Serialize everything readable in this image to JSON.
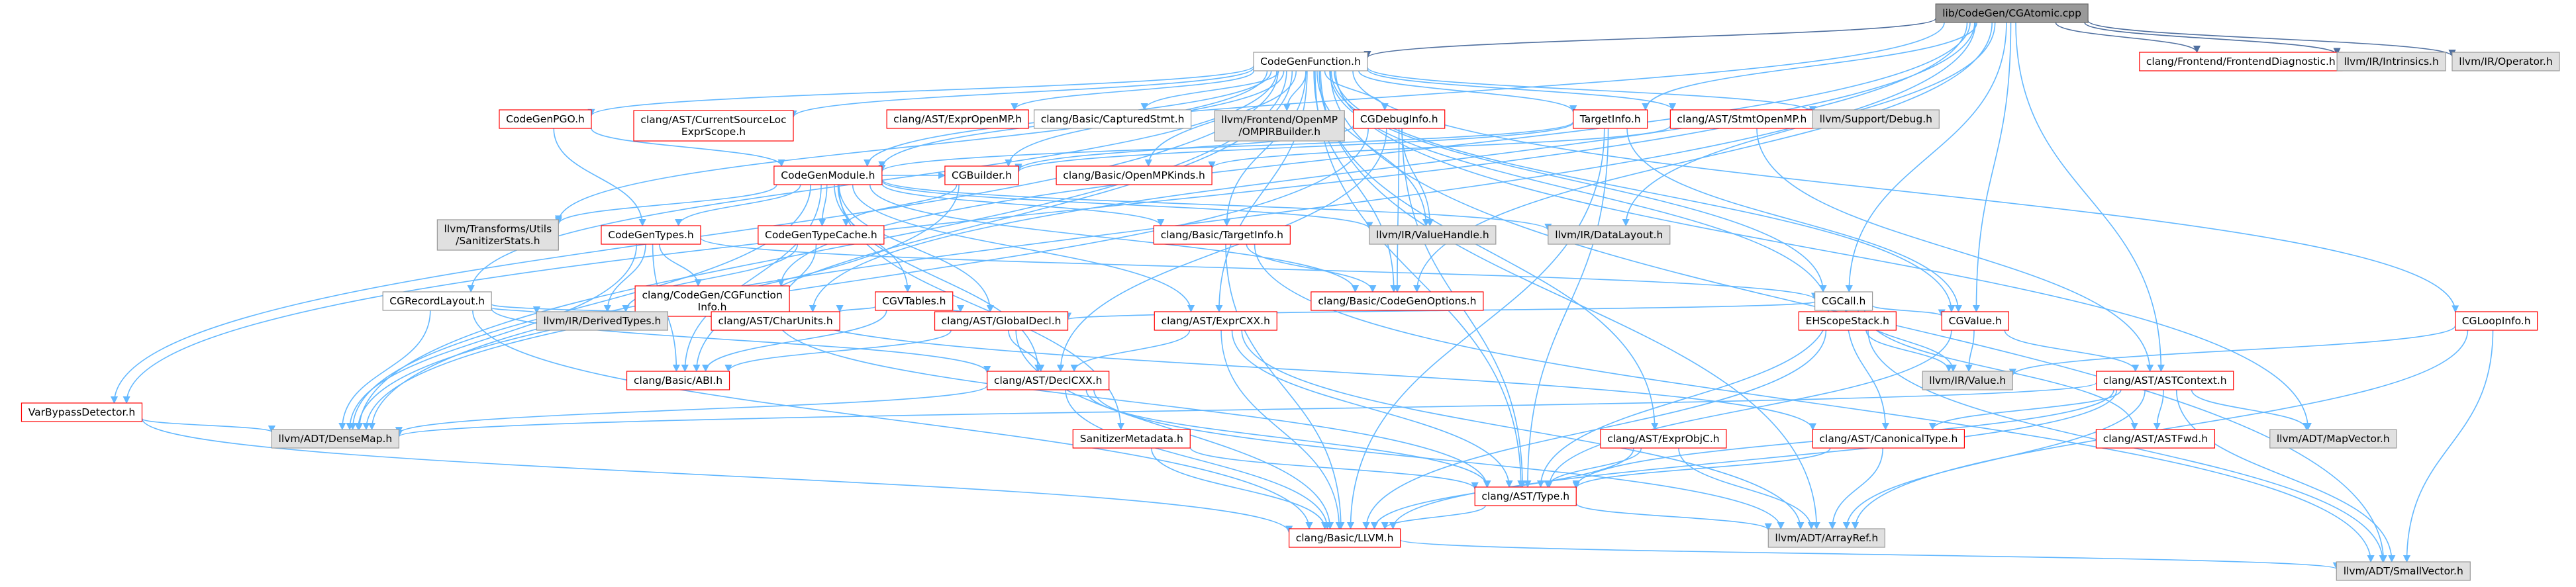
{
  "colors": {
    "root_fill": "#999999",
    "red_border": "#ff0000",
    "gray_border": "#999999",
    "gray_fill": "#e0e0e0",
    "white_fill": "#ffffff",
    "edge_blue": "#63b8ff",
    "edge_navy": "#4f6f9f"
  },
  "nodes": [
    {
      "id": "root",
      "lines": [
        "lib/CodeGen/CGAtomic.cpp"
      ],
      "kind": "root"
    },
    {
      "id": "codegenfunction",
      "lines": [
        "CodeGenFunction.h"
      ],
      "kind": "plain"
    },
    {
      "id": "diag",
      "lines": [
        "clang/Frontend/FrontendDiagnostic.h"
      ],
      "kind": "red"
    },
    {
      "id": "intrinsics",
      "lines": [
        "llvm/IR/Intrinsics.h"
      ],
      "kind": "gray"
    },
    {
      "id": "operator",
      "lines": [
        "llvm/IR/Operator.h"
      ],
      "kind": "gray"
    },
    {
      "id": "codegenpgo",
      "lines": [
        "CodeGenPGO.h"
      ],
      "kind": "red"
    },
    {
      "id": "cursrcloc",
      "lines": [
        "clang/AST/CurrentSourceLoc",
        "ExprScope.h"
      ],
      "kind": "red"
    },
    {
      "id": "exprompenmp",
      "lines": [
        "clang/AST/ExprOpenMP.h"
      ],
      "kind": "red"
    },
    {
      "id": "capturedstmt",
      "lines": [
        "clang/Basic/CapturedStmt.h"
      ],
      "kind": "plain"
    },
    {
      "id": "ompirbuilder",
      "lines": [
        "llvm/Frontend/OpenMP",
        "/OMPIRBuilder.h"
      ],
      "kind": "gray"
    },
    {
      "id": "cgdebuginfo",
      "lines": [
        "CGDebugInfo.h"
      ],
      "kind": "red"
    },
    {
      "id": "targetinfo",
      "lines": [
        "TargetInfo.h"
      ],
      "kind": "red"
    },
    {
      "id": "stmtopenmp",
      "lines": [
        "clang/AST/StmtOpenMP.h"
      ],
      "kind": "red"
    },
    {
      "id": "supportdebug",
      "lines": [
        "llvm/Support/Debug.h"
      ],
      "kind": "gray"
    },
    {
      "id": "codegenmodule",
      "lines": [
        "CodeGenModule.h"
      ],
      "kind": "red"
    },
    {
      "id": "cgbuilder",
      "lines": [
        "CGBuilder.h"
      ],
      "kind": "red"
    },
    {
      "id": "openmpkinds",
      "lines": [
        "clang/Basic/OpenMPKinds.h"
      ],
      "kind": "red"
    },
    {
      "id": "sanitizerstats",
      "lines": [
        "llvm/Transforms/Utils",
        "/SanitizerStats.h"
      ],
      "kind": "gray"
    },
    {
      "id": "codegentypes",
      "lines": [
        "CodeGenTypes.h"
      ],
      "kind": "red"
    },
    {
      "id": "codegentypecache",
      "lines": [
        "CodeGenTypeCache.h"
      ],
      "kind": "red"
    },
    {
      "id": "basictargetinfo",
      "lines": [
        "clang/Basic/TargetInfo.h"
      ],
      "kind": "red"
    },
    {
      "id": "valuehandle",
      "lines": [
        "llvm/IR/ValueHandle.h"
      ],
      "kind": "gray"
    },
    {
      "id": "datalayout",
      "lines": [
        "llvm/IR/DataLayout.h"
      ],
      "kind": "gray"
    },
    {
      "id": "cgrecordlayout",
      "lines": [
        "CGRecordLayout.h"
      ],
      "kind": "plain"
    },
    {
      "id": "cgfunctioninfo",
      "lines": [
        "clang/CodeGen/CGFunction",
        "Info.h"
      ],
      "kind": "red"
    },
    {
      "id": "cgvtables",
      "lines": [
        "CGVTables.h"
      ],
      "kind": "red"
    },
    {
      "id": "codegenoptions",
      "lines": [
        "clang/Basic/CodeGenOptions.h"
      ],
      "kind": "red"
    },
    {
      "id": "cgcall",
      "lines": [
        "CGCall.h"
      ],
      "kind": "plain"
    },
    {
      "id": "derivedtypes",
      "lines": [
        "llvm/IR/DerivedTypes.h"
      ],
      "kind": "gray"
    },
    {
      "id": "charunits",
      "lines": [
        "clang/AST/CharUnits.h"
      ],
      "kind": "red"
    },
    {
      "id": "globaldecl",
      "lines": [
        "clang/AST/GlobalDecl.h"
      ],
      "kind": "red"
    },
    {
      "id": "exprcxx",
      "lines": [
        "clang/AST/ExprCXX.h"
      ],
      "kind": "red"
    },
    {
      "id": "ehscopestack",
      "lines": [
        "EHScopeStack.h"
      ],
      "kind": "red"
    },
    {
      "id": "cgvalue",
      "lines": [
        "CGValue.h"
      ],
      "kind": "red"
    },
    {
      "id": "cgloopinfo",
      "lines": [
        "CGLoopInfo.h"
      ],
      "kind": "red"
    },
    {
      "id": "varbypass",
      "lines": [
        "VarBypassDetector.h"
      ],
      "kind": "red"
    },
    {
      "id": "abi",
      "lines": [
        "clang/Basic/ABI.h"
      ],
      "kind": "red"
    },
    {
      "id": "declcxx",
      "lines": [
        "clang/AST/DeclCXX.h"
      ],
      "kind": "red"
    },
    {
      "id": "irvalue",
      "lines": [
        "llvm/IR/Value.h"
      ],
      "kind": "gray"
    },
    {
      "id": "astcontext",
      "lines": [
        "clang/AST/ASTContext.h"
      ],
      "kind": "red"
    },
    {
      "id": "densemap",
      "lines": [
        "llvm/ADT/DenseMap.h"
      ],
      "kind": "gray"
    },
    {
      "id": "sanitizermeta",
      "lines": [
        "SanitizerMetadata.h"
      ],
      "kind": "red"
    },
    {
      "id": "exprobjc",
      "lines": [
        "clang/AST/ExprObjC.h"
      ],
      "kind": "red"
    },
    {
      "id": "canonicaltype",
      "lines": [
        "clang/AST/CanonicalType.h"
      ],
      "kind": "red"
    },
    {
      "id": "astfwd",
      "lines": [
        "clang/AST/ASTFwd.h"
      ],
      "kind": "red"
    },
    {
      "id": "mapvector",
      "lines": [
        "llvm/ADT/MapVector.h"
      ],
      "kind": "gray"
    },
    {
      "id": "asttype",
      "lines": [
        "clang/AST/Type.h"
      ],
      "kind": "red"
    },
    {
      "id": "arrayref",
      "lines": [
        "llvm/ADT/ArrayRef.h"
      ],
      "kind": "gray"
    },
    {
      "id": "basicllvm",
      "lines": [
        "clang/Basic/LLVM.h"
      ],
      "kind": "red"
    },
    {
      "id": "smallvector",
      "lines": [
        "llvm/ADT/SmallVector.h"
      ],
      "kind": "gray"
    }
  ]
}
